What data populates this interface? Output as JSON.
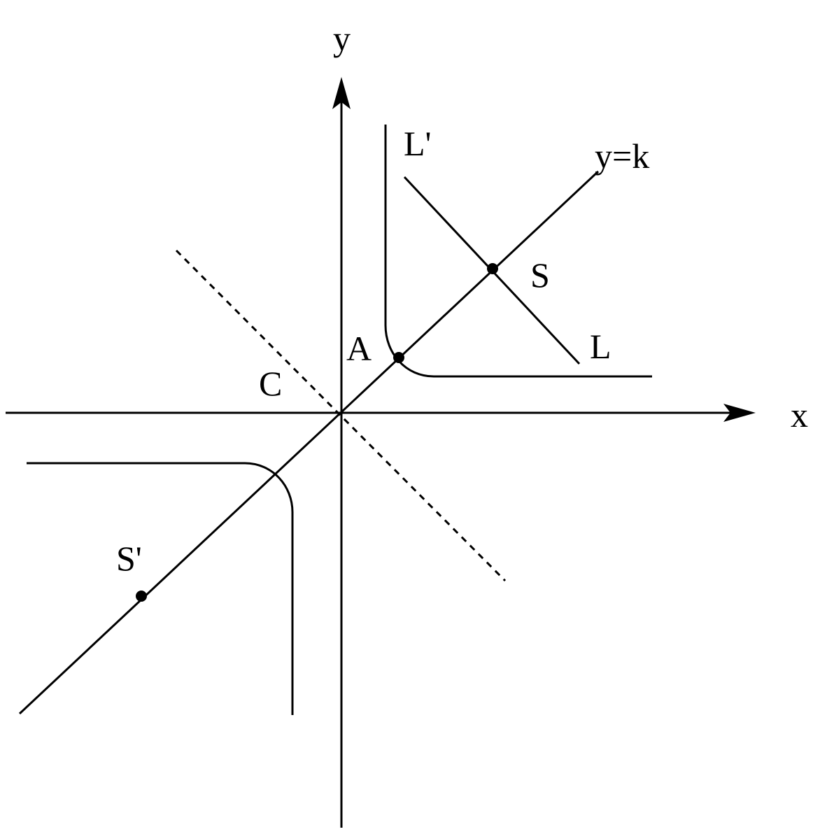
{
  "diagram": {
    "axes": {
      "x_label": "x",
      "y_label": "y"
    },
    "lines": {
      "diagonal_label": "y=k",
      "line_L_label": "L",
      "curve_label": "L'"
    },
    "points": {
      "S": "S",
      "A": "A",
      "C": "C",
      "S_prime": "S'"
    }
  }
}
